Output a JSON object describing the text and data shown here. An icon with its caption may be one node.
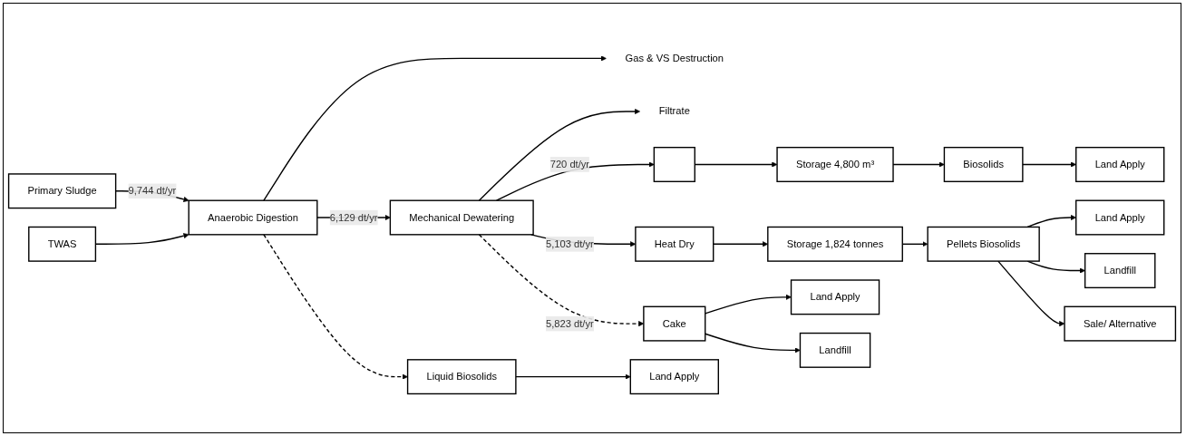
{
  "diagram": {
    "nodes": [
      {
        "text": [
          "Primary Sludge"
        ]
      },
      {
        "text": [
          "TWAS"
        ]
      },
      {
        "text": [
          "Anaerobic Digestion"
        ]
      },
      {
        "text": [
          "Gas & VS Destruction"
        ]
      },
      {
        "text": [
          "Mechanical Dewatering"
        ]
      },
      {
        "text": [
          "Filtrate"
        ]
      },
      {
        "text": [
          "Liquid Biosolids"
        ]
      },
      {
        "text": [
          "Cake"
        ]
      },
      {
        "text": [],
        "shape": "box"
      },
      {
        "text": [
          "Heat Dry"
        ]
      },
      {
        "text": [
          "Storage 4,800 m³"
        ]
      },
      {
        "text": [
          "Storage 1,824 tonnes"
        ]
      },
      {
        "text": [
          "Biosolids"
        ]
      },
      {
        "text": [
          "Pellets Biosolids"
        ]
      },
      {
        "text": [
          "Land Apply"
        ]
      },
      {
        "text": [
          "Land Apply"
        ]
      },
      {
        "text": [
          "Landfill"
        ]
      },
      {
        "text": [
          "Land Apply"
        ]
      },
      {
        "text": [
          "Land Apply"
        ]
      },
      {
        "text": [
          "Landfill"
        ]
      },
      {
        "text": [
          "Sale/ Alternative"
        ]
      }
    ],
    "edges": [
      {
        "from": 0,
        "to": 2,
        "arrow": "to",
        "label": "9,744 dt/yr"
      },
      {
        "from": 1,
        "to": 2,
        "arrow": "to"
      },
      {
        "from": 2,
        "to": 3,
        "arrow": "to"
      },
      {
        "from": 2,
        "to": 4,
        "arrow": "to",
        "label": "6,129 dt/yr"
      },
      {
        "from": 2,
        "to": 6,
        "arrow": "to",
        "style": "dashed"
      },
      {
        "from": 4,
        "to": 5,
        "arrow": "to"
      },
      {
        "from": 4,
        "to": 7,
        "arrow": "to",
        "style": "dashed",
        "label": "5,823 dt/yr"
      },
      {
        "from": 4,
        "to": 8,
        "arrow": "to",
        "label": "720 dt/yr"
      },
      {
        "from": 4,
        "to": 9,
        "arrow": "to",
        "label": "5,103 dt/yr"
      },
      {
        "from": 8,
        "to": 10,
        "arrow": "to"
      },
      {
        "from": 9,
        "to": 11,
        "arrow": "to"
      },
      {
        "from": 10,
        "to": 12,
        "arrow": "to"
      },
      {
        "from": 11,
        "to": 13,
        "arrow": "to"
      },
      {
        "from": 6,
        "to": 14,
        "arrow": "to"
      },
      {
        "from": 7,
        "to": 15,
        "arrow": "to"
      },
      {
        "from": 7,
        "to": 16,
        "arrow": "to"
      },
      {
        "from": 12,
        "to": 17,
        "arrow": "to"
      },
      {
        "from": 13,
        "to": 18,
        "arrow": "to"
      },
      {
        "from": 13,
        "to": 19,
        "arrow": "to"
      },
      {
        "from": 13,
        "to": 20,
        "arrow": "to"
      }
    ]
  }
}
